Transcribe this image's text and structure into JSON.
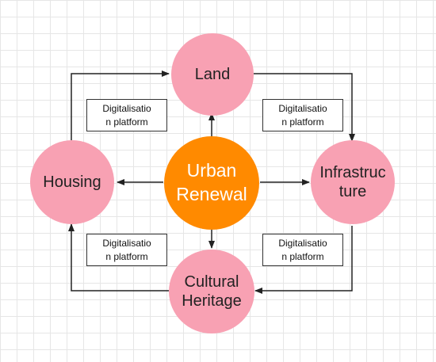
{
  "colors": {
    "peripheral_node": "#f8a1b3",
    "central_node": "#ff8a00",
    "central_text": "#ffffff",
    "line": "#222222"
  },
  "nodes": {
    "center": "Urban\nRenewal",
    "land": "Land",
    "housing": "Housing",
    "infrastructure": "Infrastruc\nture",
    "cultural_heritage": "Cultural\nHeritage"
  },
  "labels": {
    "top_left": "Digitalisatio\nn platform",
    "top_right": "Digitalisatio\nn platform",
    "bottom_left": "Digitalisatio\nn platform",
    "bottom_right": "Digitalisatio\nn platform"
  }
}
